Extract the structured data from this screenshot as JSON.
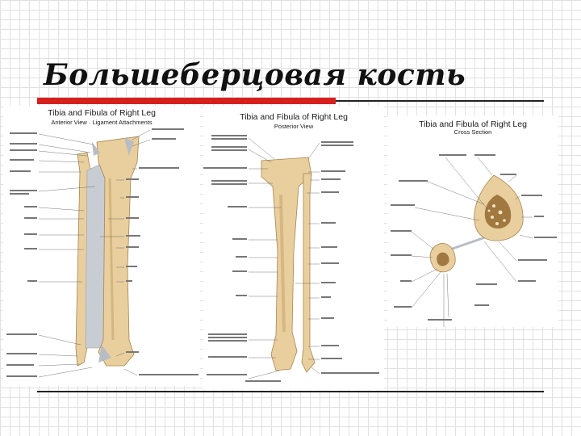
{
  "slide": {
    "title": "Большеберцовая кость"
  },
  "figures": [
    {
      "title": "Tibia and Fibula of Right Leg",
      "subtitle": "Anterior View · Ligament Attachments",
      "image": "anterior-view-illustration"
    },
    {
      "title": "Tibia and Fibula of Right Leg",
      "subtitle": "Posterior View",
      "image": "posterior-view-illustration"
    },
    {
      "title": "Tibia and Fibula of Right Leg",
      "subtitle": "Cross Section",
      "image": "cross-section-illustration"
    }
  ],
  "colors": {
    "bone": "#e9cf9e",
    "bone_shadow": "#c9a56a",
    "ligament": "#b8bcc4",
    "accent_red": "#d62020"
  }
}
